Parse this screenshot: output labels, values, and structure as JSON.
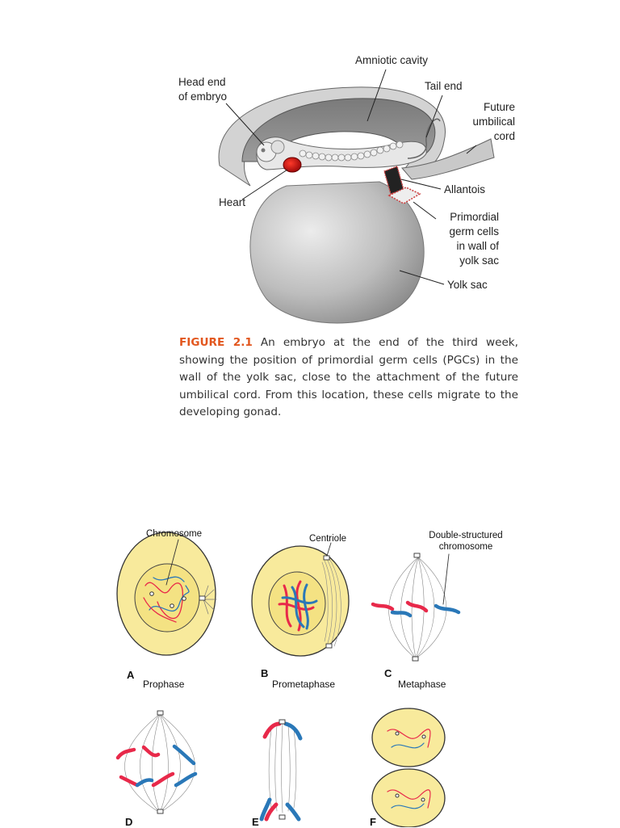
{
  "figure1": {
    "labels": {
      "amniotic_cavity": "Amniotic cavity",
      "head_end_1": "Head end",
      "head_end_2": "of embryo",
      "tail_end": "Tail end",
      "future_1": "Future",
      "future_2": "umbilical",
      "future_3": "cord",
      "heart": "Heart",
      "allantois": "Allantois",
      "pgc_1": "Primordial",
      "pgc_2": "germ cells",
      "pgc_3": "in wall of",
      "pgc_4": "yolk sac",
      "yolk_sac": "Yolk sac"
    },
    "caption_label": "FIGURE 2.1",
    "caption_text": " An embryo at the end of the third week, showing the position of primordial germ cells (PGCs) in the wall of the yolk sac, close to the attachment of the future umbilical cord. From this location, these cells migrate to the developing gonad."
  },
  "figure2": {
    "labels": {
      "chromosome": "Chromosome",
      "centriole": "Centriole",
      "double_1": "Double-structured",
      "double_2": "chromosome"
    },
    "panels": {
      "a_letter": "A",
      "a_phase": "Prophase",
      "b_letter": "B",
      "b_phase": "Prometaphase",
      "c_letter": "C",
      "c_phase": "Metaphase",
      "d_letter": "D",
      "e_letter": "E",
      "f_letter": "F"
    },
    "colors": {
      "cell_fill": "#f8ea9c",
      "maternal": "#e8294a",
      "paternal": "#2a78b8",
      "caption_accent": "#e2571f"
    }
  }
}
